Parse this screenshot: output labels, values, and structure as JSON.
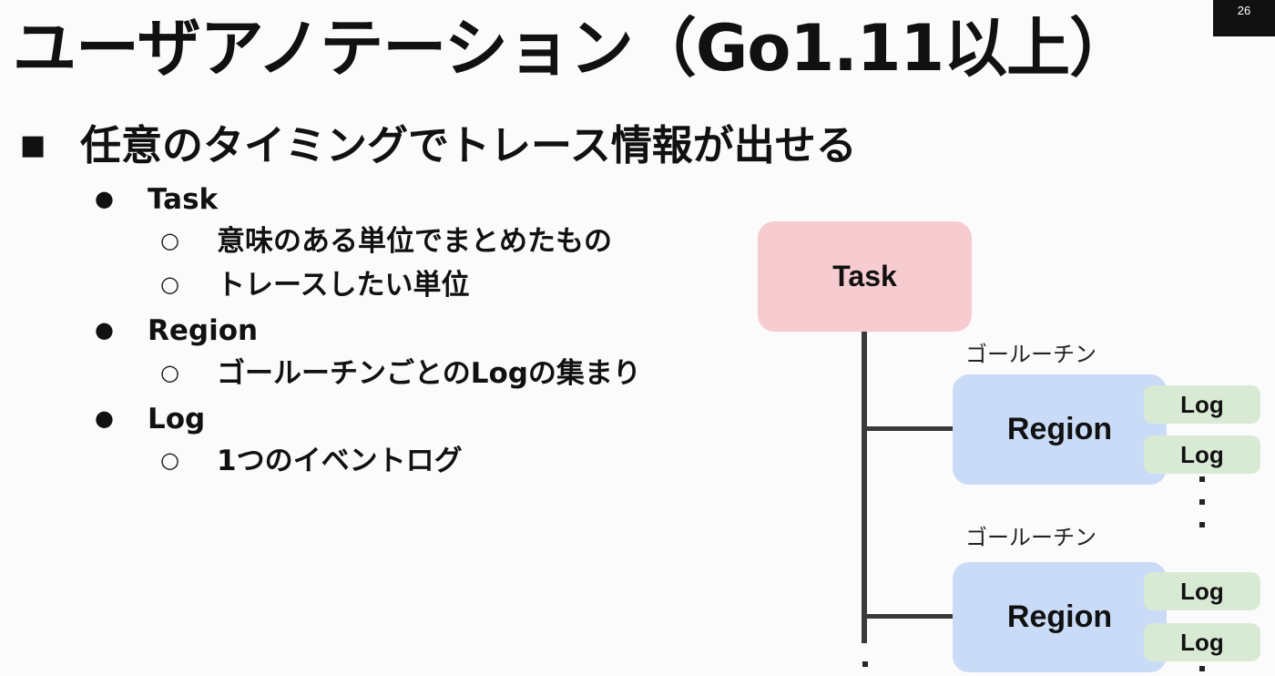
{
  "slide": {
    "page_number": "26",
    "title": "ユーザアノテーション（Go1.11以上）"
  },
  "bullets": {
    "main": "任意のタイミングでトレース情報が出せる",
    "items": [
      {
        "label": "Task",
        "subs": [
          "意味のある単位でまとめたもの",
          "トレースしたい単位"
        ]
      },
      {
        "label": "Region",
        "subs": [
          "ゴールーチンごとのLogの集まり"
        ]
      },
      {
        "label": "Log",
        "subs": [
          "1つのイベントログ"
        ]
      }
    ],
    "marker_l1": "■",
    "marker_l2": "●",
    "marker_l3": "○"
  },
  "diagram": {
    "task_label": "Task",
    "groups": [
      {
        "goroutine_label": "ゴールーチン",
        "region_label": "Region",
        "logs": [
          "Log",
          "Log"
        ]
      },
      {
        "goroutine_label": "ゴールーチン",
        "region_label": "Region",
        "logs": [
          "Log",
          "Log"
        ]
      }
    ],
    "colors": {
      "task": "#f7ccd0",
      "region": "#c9dbf7",
      "log": "#d9ead4",
      "connector": "#3a3a3a"
    }
  }
}
